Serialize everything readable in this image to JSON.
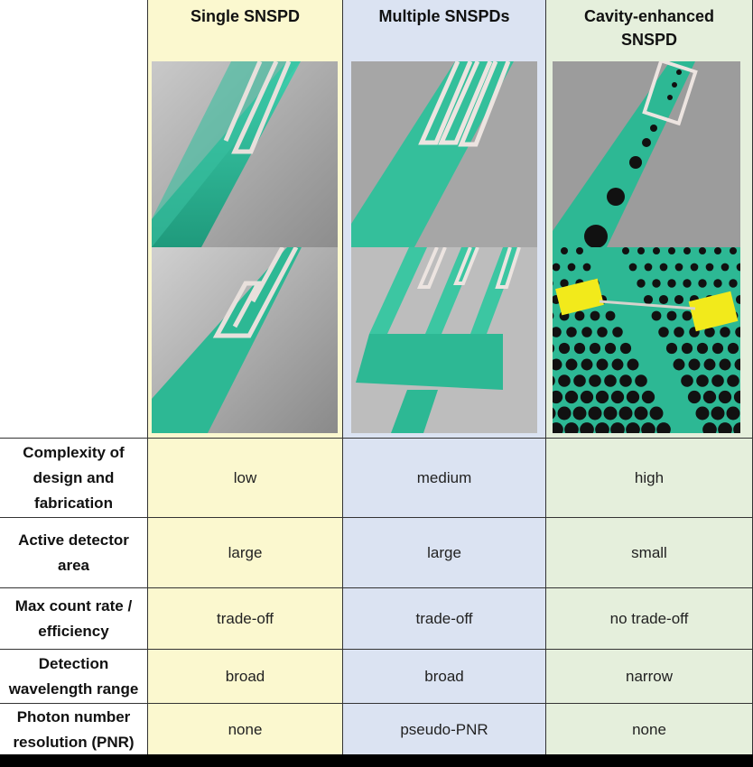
{
  "columns": {
    "single": "Single SNSPD",
    "multiple": "Multiple SNSPDs",
    "cavity": "Cavity-enhanced SNSPD"
  },
  "rows": [
    {
      "label": "Complexity of design and fabrication",
      "values": [
        "low",
        "medium",
        "high"
      ]
    },
    {
      "label": "Active detector area",
      "values": [
        "large",
        "large",
        "small"
      ]
    },
    {
      "label": "Max count rate / efficiency",
      "values": [
        "trade-off",
        "trade-off",
        "no trade-off"
      ]
    },
    {
      "label": "Detection wavelength range",
      "values": [
        "broad",
        "broad",
        "narrow"
      ]
    },
    {
      "label": "Photon number resolution (PNR)",
      "values": [
        "none",
        "pseudo-PNR",
        "none"
      ]
    }
  ],
  "colors": {
    "single": "#fbf8cf",
    "multiple": "#dbe3f2",
    "cavity": "#e5efdc",
    "waveguide": "#2fae8f",
    "pad": "#f2ea1b"
  }
}
